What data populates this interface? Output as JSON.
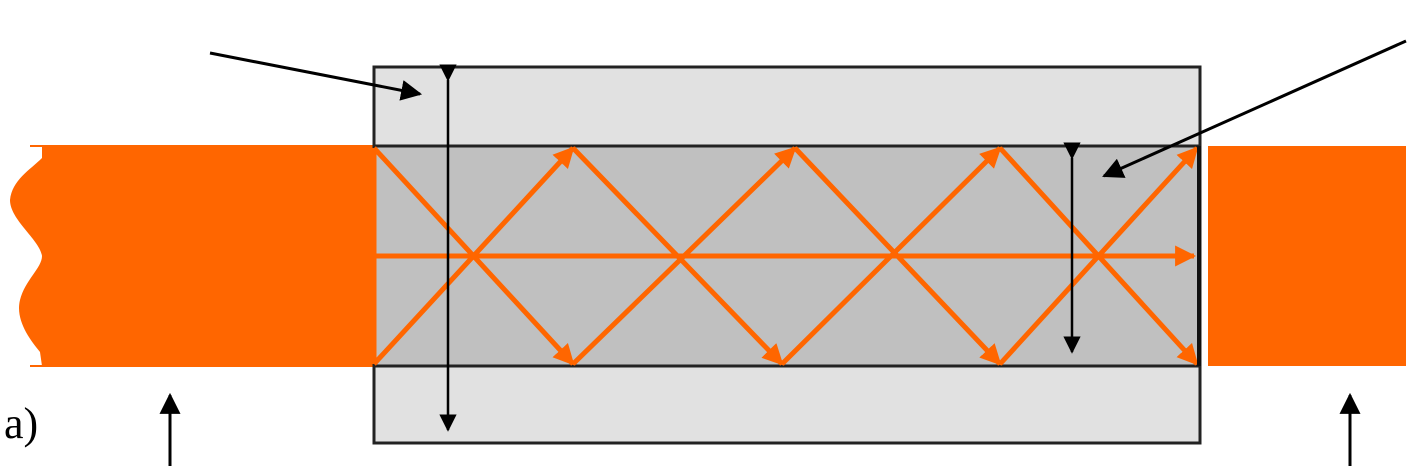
{
  "figure": {
    "panel_label": "a)",
    "description": "Optical fiber core/cladding cross-section with reflecting rays between two fiber ends",
    "colors": {
      "light_orange": "#ff6600",
      "cladding": "#e1e1e1",
      "core": "#c0c0c0",
      "outline": "#222222",
      "annotation_arrow": "#000000"
    },
    "components": [
      {
        "name": "input-light-beam",
        "icon": "orange-beam"
      },
      {
        "name": "cladding",
        "icon": "light-gray-rect"
      },
      {
        "name": "core",
        "icon": "gray-rect"
      },
      {
        "name": "output-light-beam",
        "icon": "orange-beam"
      },
      {
        "name": "cladding-diameter-arrow",
        "icon": "double-arrow"
      },
      {
        "name": "core-diameter-arrow",
        "icon": "double-arrow"
      },
      {
        "name": "cladding-pointer-arrow",
        "icon": "pointer-arrow"
      },
      {
        "name": "core-pointer-arrow",
        "icon": "pointer-arrow"
      },
      {
        "name": "input-pointer-arrow",
        "icon": "up-arrow"
      },
      {
        "name": "output-pointer-arrow",
        "icon": "up-arrow"
      }
    ]
  }
}
